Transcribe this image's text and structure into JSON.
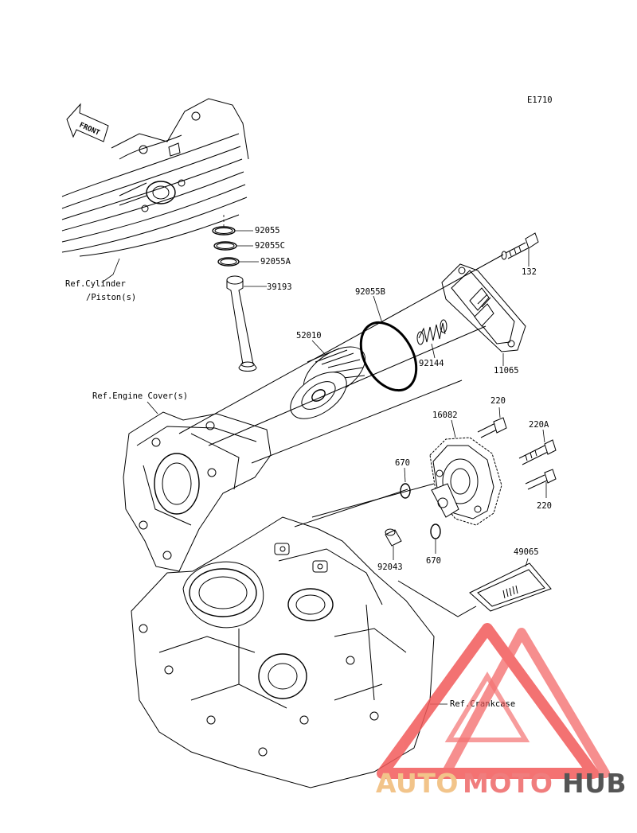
{
  "diagram_code": "E1710",
  "front_arrow": "FRONT",
  "refs": {
    "cylinder_line1": "Ref.Cylinder",
    "cylinder_line2": "/Piston(s)",
    "engine_cover": "Ref.Engine Cover(s)",
    "crankcase": "Ref.Crankcase"
  },
  "parts": {
    "p92055": "92055",
    "p92055C": "92055C",
    "p92055A": "92055A",
    "p39193": "39193",
    "p92055B": "92055B",
    "p52010": "52010",
    "p92144": "92144",
    "p132": "132",
    "p11065": "11065",
    "p16082": "16082",
    "p220_top": "220",
    "p220A": "220A",
    "p220_bottom": "220",
    "p670_left": "670",
    "p670_right": "670",
    "p92043": "92043",
    "p49065": "49065"
  },
  "watermark": {
    "auto": "AUTO",
    "moto": "MOTO",
    "hub": "HUB",
    "colors": {
      "auto": "#f2c48a",
      "moto": "#f07d7d",
      "hub": "#555555",
      "logo": "#f25a5a"
    }
  }
}
